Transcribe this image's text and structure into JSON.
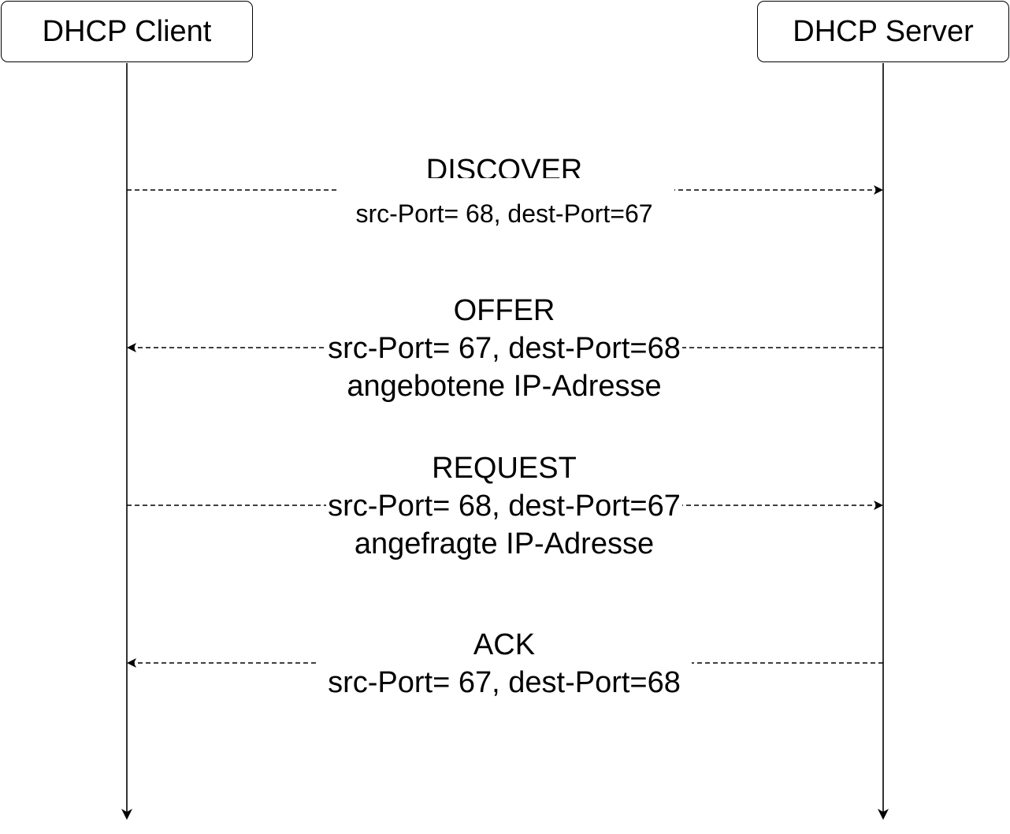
{
  "actors": {
    "client": "DHCP Client",
    "server": "DHCP Server"
  },
  "messages": [
    {
      "title": "DISCOVER",
      "lines": [
        "src-Port= 68, dest-Port=67"
      ],
      "direction": "client-to-server"
    },
    {
      "title": "OFFER",
      "lines": [
        "src-Port= 67, dest-Port=68",
        "angebotene IP-Adresse"
      ],
      "direction": "server-to-client"
    },
    {
      "title": "REQUEST",
      "lines": [
        "src-Port= 68, dest-Port=67",
        "angefragte IP-Adresse"
      ],
      "direction": "client-to-server"
    },
    {
      "title": "ACK",
      "lines": [
        "src-Port= 67, dest-Port=68"
      ],
      "direction": "server-to-client"
    }
  ],
  "colors": {
    "line": "#000000",
    "background": "#ffffff"
  }
}
